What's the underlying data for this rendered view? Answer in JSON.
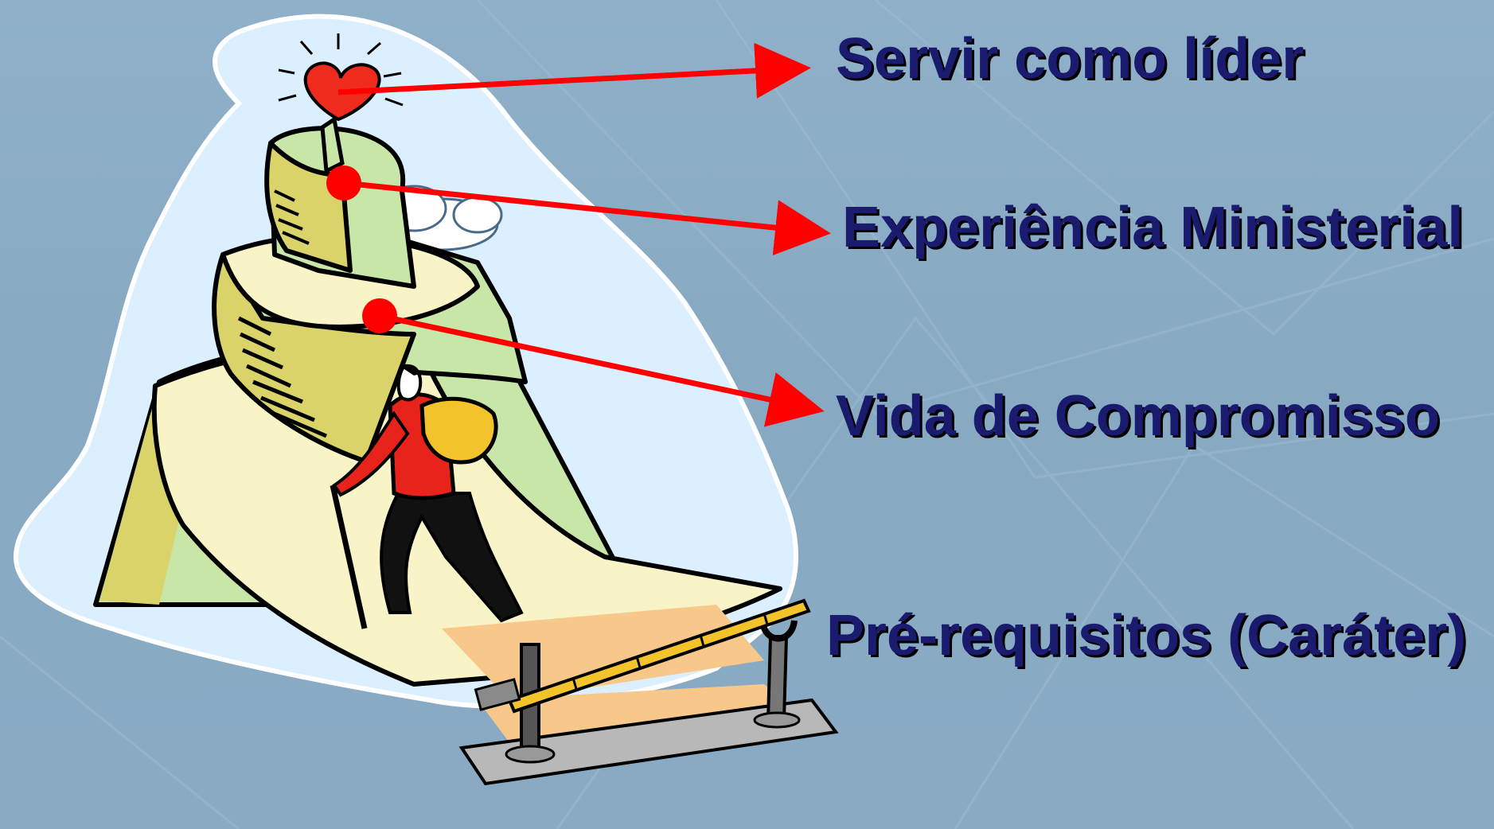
{
  "labels": {
    "servir": "Servir como líder",
    "experiencia": "Experiência Ministerial",
    "vida": "Vida de Compromisso",
    "pre_requisitos": "Pré-requisitos (Caráter)"
  },
  "colors": {
    "background": "#8aaac4",
    "label_text": "#1a1a6e",
    "arrow": "#ff0000",
    "halo": "#dcefff",
    "mountain_light": "#c8e6a8",
    "mountain_yellow": "#d9d36a",
    "path": "#f8f4c8",
    "heart": "#ee2b1c",
    "jacket": "#e8231c",
    "backpack": "#f2c32a",
    "ground": "#f7c88a"
  }
}
